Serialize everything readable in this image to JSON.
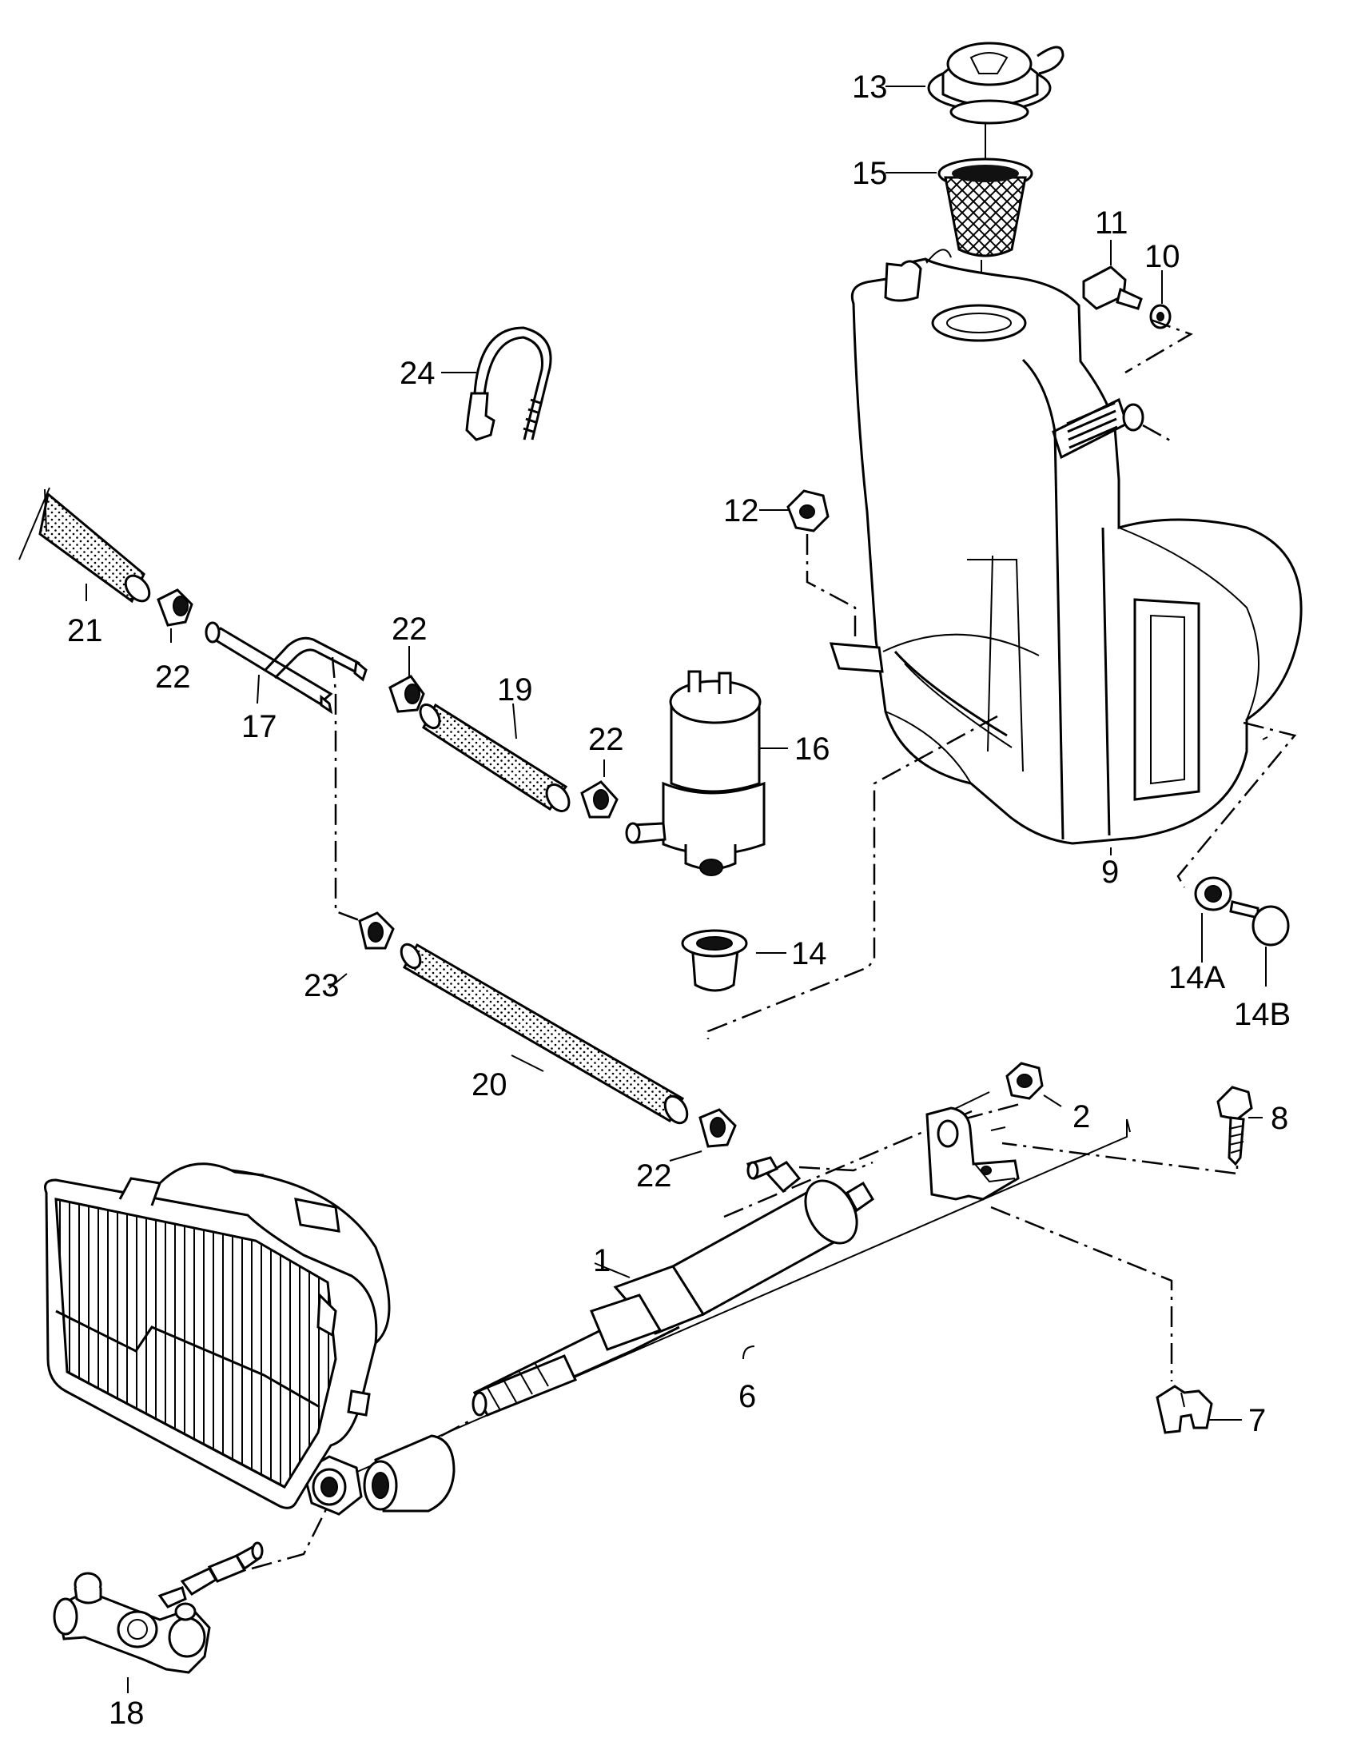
{
  "diagram": {
    "callouts": [
      {
        "id": "c1",
        "text": "1"
      },
      {
        "id": "c2",
        "text": "2"
      },
      {
        "id": "c6",
        "text": "6"
      },
      {
        "id": "c7",
        "text": "7"
      },
      {
        "id": "c8",
        "text": "8"
      },
      {
        "id": "c9",
        "text": "9"
      },
      {
        "id": "c10",
        "text": "10"
      },
      {
        "id": "c11",
        "text": "11"
      },
      {
        "id": "c12",
        "text": "12"
      },
      {
        "id": "c13",
        "text": "13"
      },
      {
        "id": "c14",
        "text": "14"
      },
      {
        "id": "c14a",
        "text": "14A"
      },
      {
        "id": "c14b",
        "text": "14B"
      },
      {
        "id": "c15",
        "text": "15"
      },
      {
        "id": "c16",
        "text": "16"
      },
      {
        "id": "c17",
        "text": "17"
      },
      {
        "id": "c18",
        "text": "18"
      },
      {
        "id": "c19",
        "text": "19"
      },
      {
        "id": "c20",
        "text": "20"
      },
      {
        "id": "c21",
        "text": "21"
      },
      {
        "id": "c22a",
        "text": "22"
      },
      {
        "id": "c22b",
        "text": "22"
      },
      {
        "id": "c22c",
        "text": "22"
      },
      {
        "id": "c22d",
        "text": "22"
      },
      {
        "id": "c23",
        "text": "23"
      },
      {
        "id": "c24",
        "text": "24"
      }
    ]
  }
}
